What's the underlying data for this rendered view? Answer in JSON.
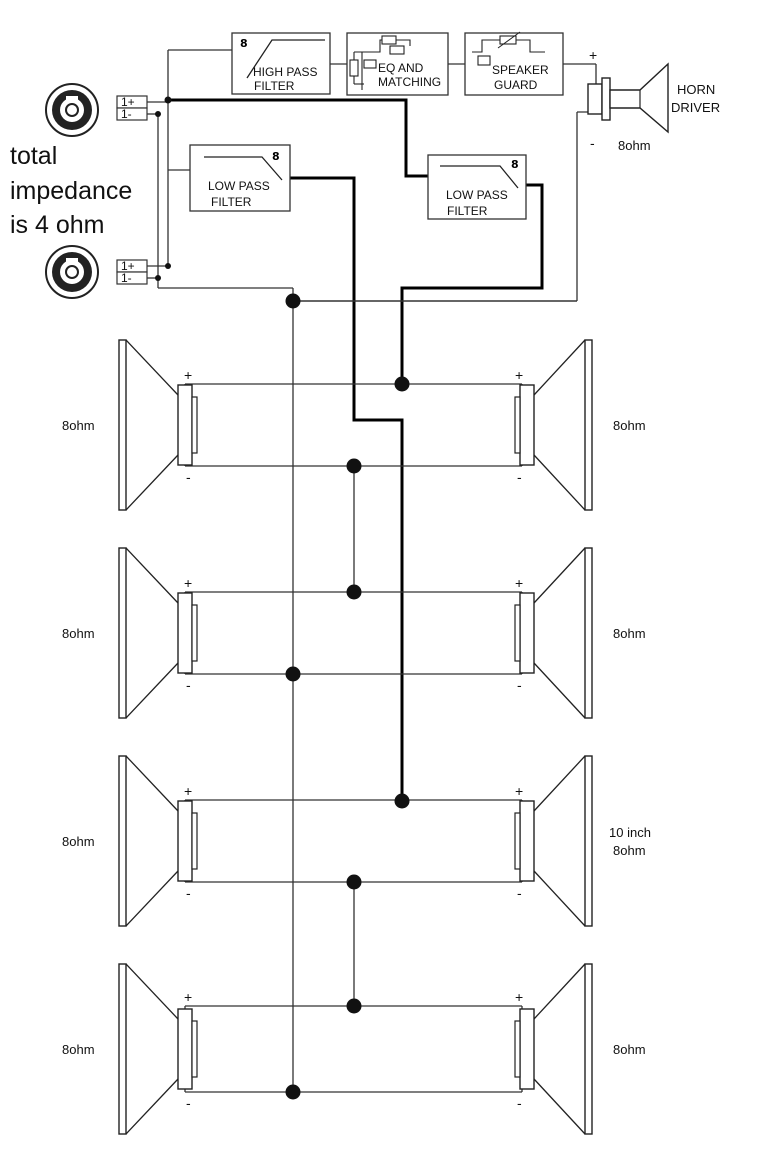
{
  "note": {
    "line1": "total",
    "line2": "impedance",
    "line3": "is 4 ohm"
  },
  "connectors": {
    "jack1": {
      "pos_label": "1+",
      "neg_label": "1-"
    },
    "jack2": {
      "pos_label": "1+",
      "neg_label": "1-"
    }
  },
  "blocks": {
    "high_pass": {
      "line1": "HIGH PASS",
      "line2": "FILTER",
      "order": "8"
    },
    "eq": {
      "line1": "EQ AND",
      "line2": "MATCHING"
    },
    "guard": {
      "line1": "SPEAKER",
      "line2": "GUARD"
    },
    "low_pass_1": {
      "line1": "LOW  PASS",
      "line2": "FILTER",
      "order": "8"
    },
    "low_pass_2": {
      "line1": "LOW  PASS",
      "line2": "FILTER",
      "order": "8"
    }
  },
  "horn": {
    "line1": "HORN",
    "line2": "DRIVER",
    "impedance": "8ohm",
    "plus": "+",
    "minus": "-"
  },
  "speaker_rows": [
    {
      "left": "8ohm",
      "right": "8ohm"
    },
    {
      "left": "8ohm",
      "right": "8ohm"
    },
    {
      "left": "8ohm",
      "right_line1": "10 inch",
      "right_line2": "8ohm"
    },
    {
      "left": "8ohm",
      "right": "8ohm"
    }
  ],
  "polarity": {
    "plus": "+",
    "minus": "-"
  }
}
